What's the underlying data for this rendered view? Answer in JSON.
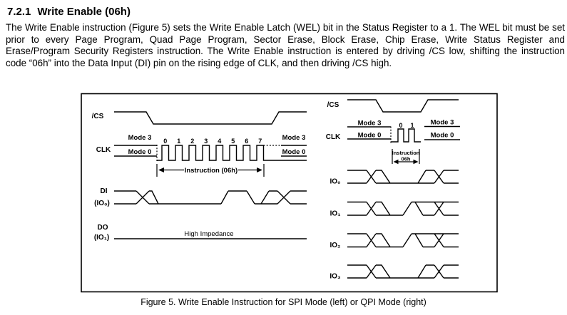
{
  "page": {
    "section_number": "7.2.1",
    "section_title": "Write Enable (06h)",
    "body_text": "The Write Enable instruction (Figure 5) sets the Write Enable Latch (WEL) bit in the Status Register  to a 1. The WEL bit must be set prior to every Page Program, Quad Page Program, Sector Erase,  Block Erase, Chip Erase, Write Status Register and Erase/Program Security Registers instruction. The  Write Enable instruction is entered by driving /CS low, shifting the instruction code “06h” into the Data Input (DI) pin on the rising edge of CLK, and then driving /CS high.",
    "figure_caption": "Figure 5. Write Enable Instruction for SPI Mode (left) or QPI Mode (right)"
  },
  "spi_diagram": {
    "cs_label": "/CS",
    "clk_label": "CLK",
    "mode3_left": "Mode 3",
    "mode0_left": "Mode 0",
    "mode3_right": "Mode 3",
    "mode0_right": "Mode 0",
    "clock_numbers": [
      "0",
      "1",
      "2",
      "3",
      "4",
      "5",
      "6",
      "7"
    ],
    "instruction_label": "Instruction (06h)",
    "di_label": "DI",
    "di_sublabel": "(IO₀)",
    "do_label": "DO",
    "do_sublabel": "(IO₁)",
    "hi_z_label": "High Impedance"
  },
  "qpi_diagram": {
    "cs_label": "/CS",
    "clk_label": "CLK",
    "mode3_left": "Mode 3",
    "mode0_left": "Mode 0",
    "mode3_right": "Mode 3",
    "mode0_right": "Mode 0",
    "clock_numbers": [
      "0",
      "1"
    ],
    "instruction_label_line1": "Instruction",
    "instruction_label_line2": "06h",
    "io0_label": "IO₀",
    "io1_label": "IO₁",
    "io2_label": "IO₂",
    "io3_label": "IO₃"
  }
}
